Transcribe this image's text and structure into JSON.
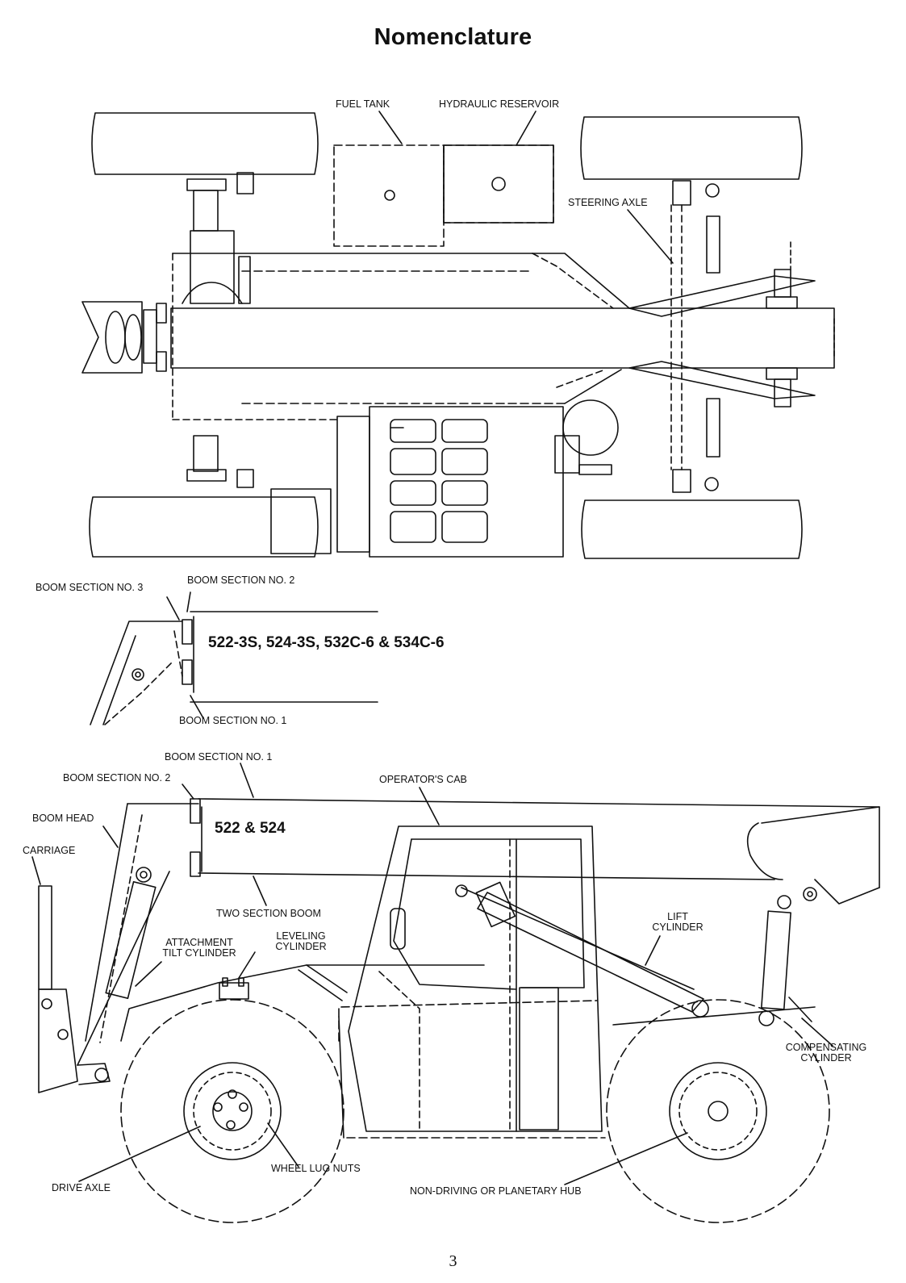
{
  "page": {
    "title": "Nomenclature",
    "page_number": "3"
  },
  "top_view": {
    "fuel_tank": "FUEL TANK",
    "hydraulic_reservoir": "HYDRAULIC RESERVOIR",
    "steering_axle": "STEERING  AXLE"
  },
  "boom_detail": {
    "section_3": "BOOM SECTION NO. 3",
    "section_2": "BOOM SECTION NO. 2",
    "section_1": "BOOM SECTION NO. 1",
    "models": "522-3S, 524-3S, 532C-6 & 534C-6"
  },
  "side_view": {
    "boom_section_1": "BOOM SECTION NO. 1",
    "boom_section_2": "BOOM SECTION NO. 2",
    "operators_cab": "OPERATOR'S CAB",
    "boom_head": "BOOM HEAD",
    "carriage": "CARRIAGE",
    "models": "522 & 524",
    "two_section_boom": "TWO SECTION BOOM",
    "attachment_tilt_cylinder_1": "ATTACHMENT",
    "attachment_tilt_cylinder_2": "TILT CYLINDER",
    "leveling_cylinder_1": "LEVELING",
    "leveling_cylinder_2": "CYLINDER",
    "lift_cylinder_1": "LIFT",
    "lift_cylinder_2": "CYLINDER",
    "compensating_cylinder_1": "COMPENSATING",
    "compensating_cylinder_2": "CYLINDER",
    "drive_axle": "DRIVE AXLE",
    "wheel_lug_nuts": "WHEEL LUG NUTS",
    "hub": "NON-DRIVING OR PLANETARY HUB"
  }
}
